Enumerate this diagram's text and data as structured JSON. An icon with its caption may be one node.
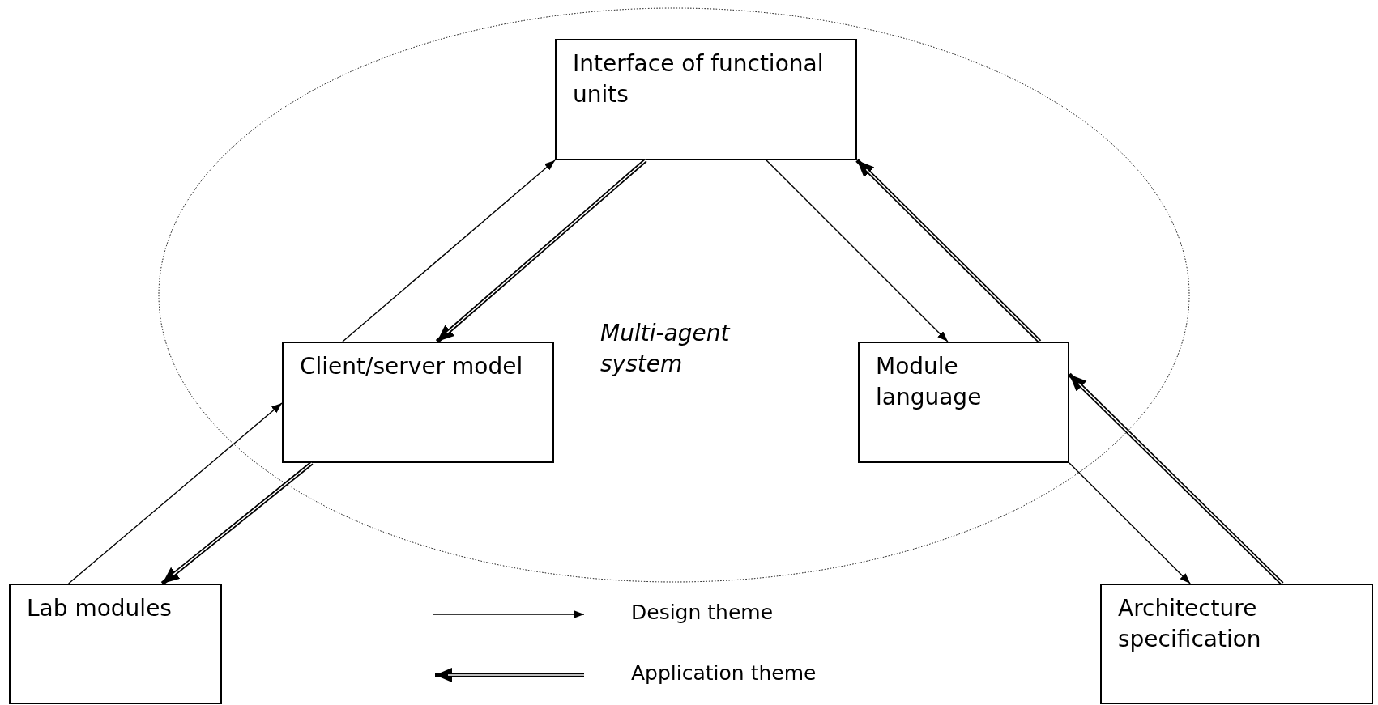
{
  "diagram": {
    "nodes": [
      {
        "text": [
          "Multi-agent system"
        ]
      },
      {
        "text": [
          "Interface of functional units"
        ],
        "in": 0
      },
      {
        "text": [
          "Client/server model"
        ],
        "in": 0
      },
      {
        "text": [
          "Module language"
        ],
        "in": 0
      },
      {
        "text": [
          "Lab modules"
        ]
      },
      {
        "text": [
          "Architecture specification"
        ]
      }
    ],
    "edges": [
      {
        "from": 2,
        "to": 1,
        "arrow": "to"
      },
      {
        "from": 1,
        "to": 3,
        "arrow": "to"
      },
      {
        "from": 4,
        "to": 2,
        "arrow": "to"
      },
      {
        "from": 3,
        "to": 5,
        "arrow": "to"
      },
      {
        "from": 1,
        "to": 2,
        "arrow": "to",
        "style": "thick"
      },
      {
        "from": 3,
        "to": 1,
        "arrow": "to",
        "style": "thick"
      },
      {
        "from": 2,
        "to": 4,
        "arrow": "to",
        "style": "thick"
      },
      {
        "from": 5,
        "to": 3,
        "arrow": "to",
        "style": "thick"
      }
    ],
    "legend": [
      {
        "text": "Design theme"
      },
      {
        "text": "Application theme"
      }
    ]
  }
}
